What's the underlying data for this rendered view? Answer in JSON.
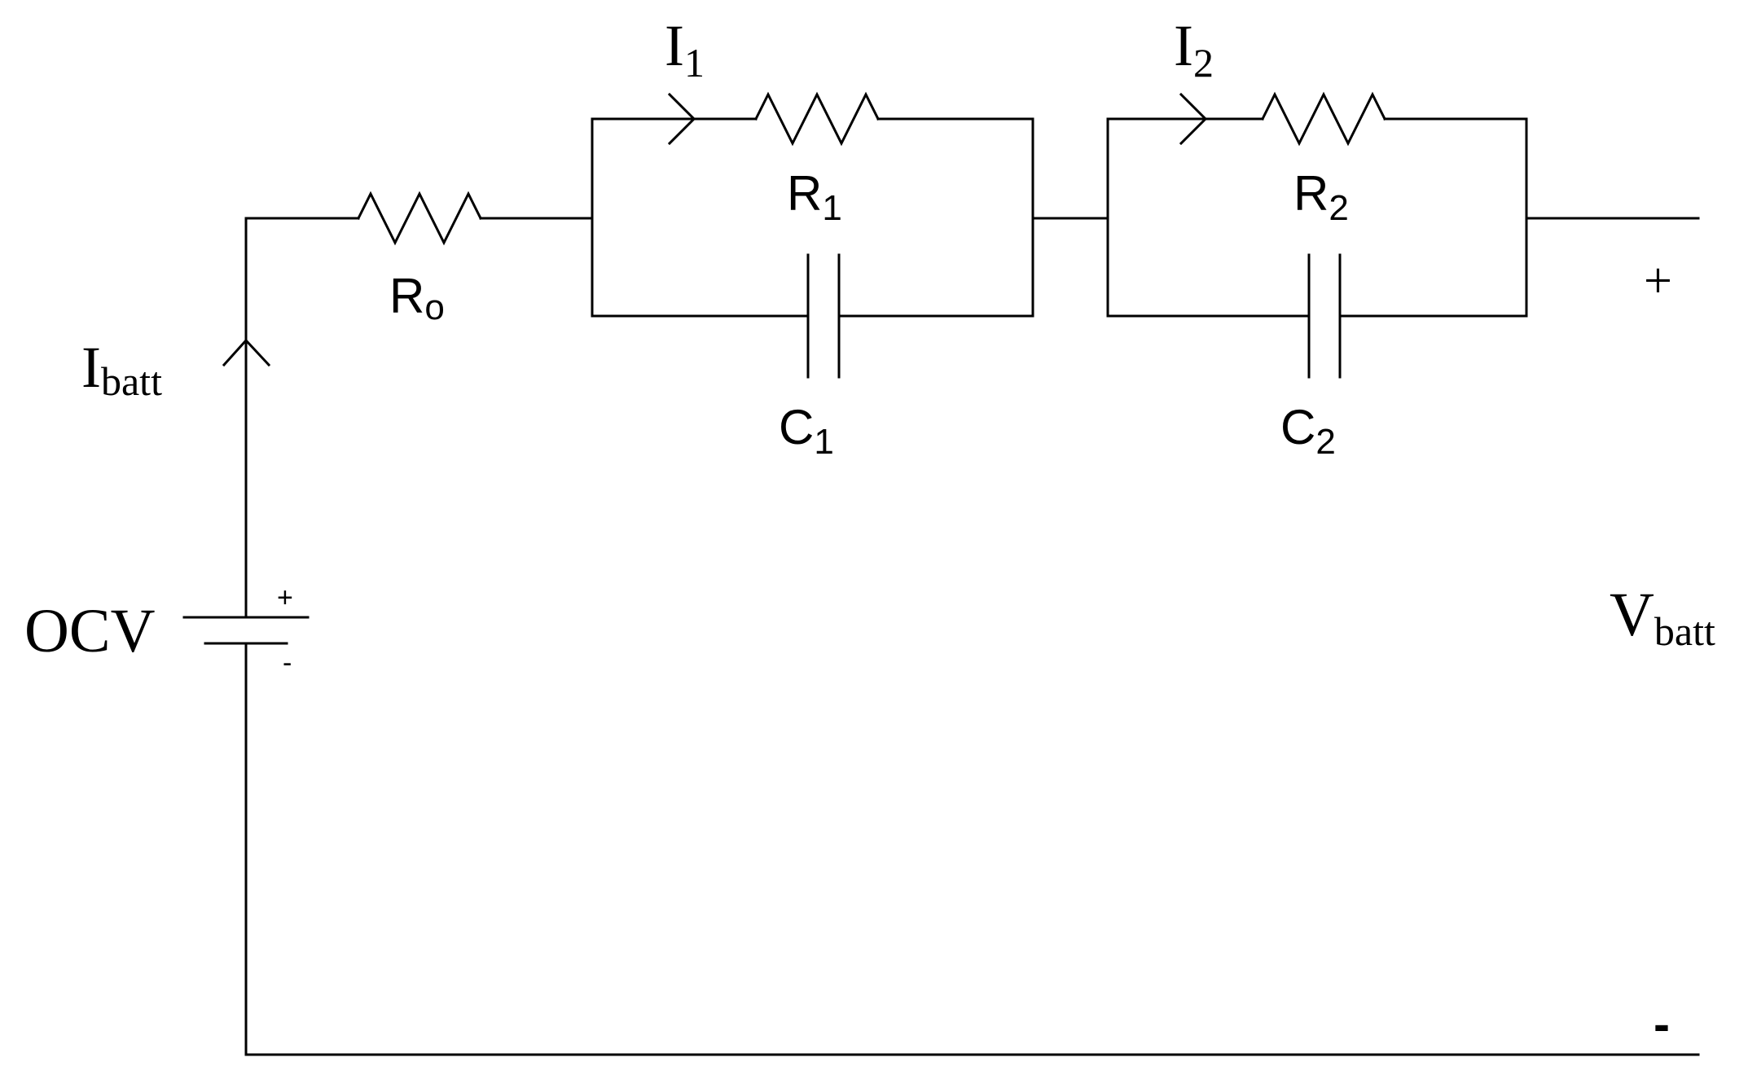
{
  "labels": {
    "ro": {
      "main": "R",
      "sub": "o"
    },
    "r1": {
      "main": "R",
      "sub": "1"
    },
    "r2": {
      "main": "R",
      "sub": "2"
    },
    "c1": {
      "main": "C",
      "sub": "1"
    },
    "c2": {
      "main": "C",
      "sub": "2"
    },
    "i1": {
      "main": "I",
      "sub": "1"
    },
    "i2": {
      "main": "I",
      "sub": "2"
    },
    "ibatt": {
      "main": "I",
      "sub": "batt"
    },
    "ocv": "OCV",
    "vbatt": {
      "main": "V",
      "sub": "batt"
    },
    "battery_plus": "+",
    "battery_minus": "-",
    "terminal_plus": "+",
    "terminal_minus": "-"
  }
}
